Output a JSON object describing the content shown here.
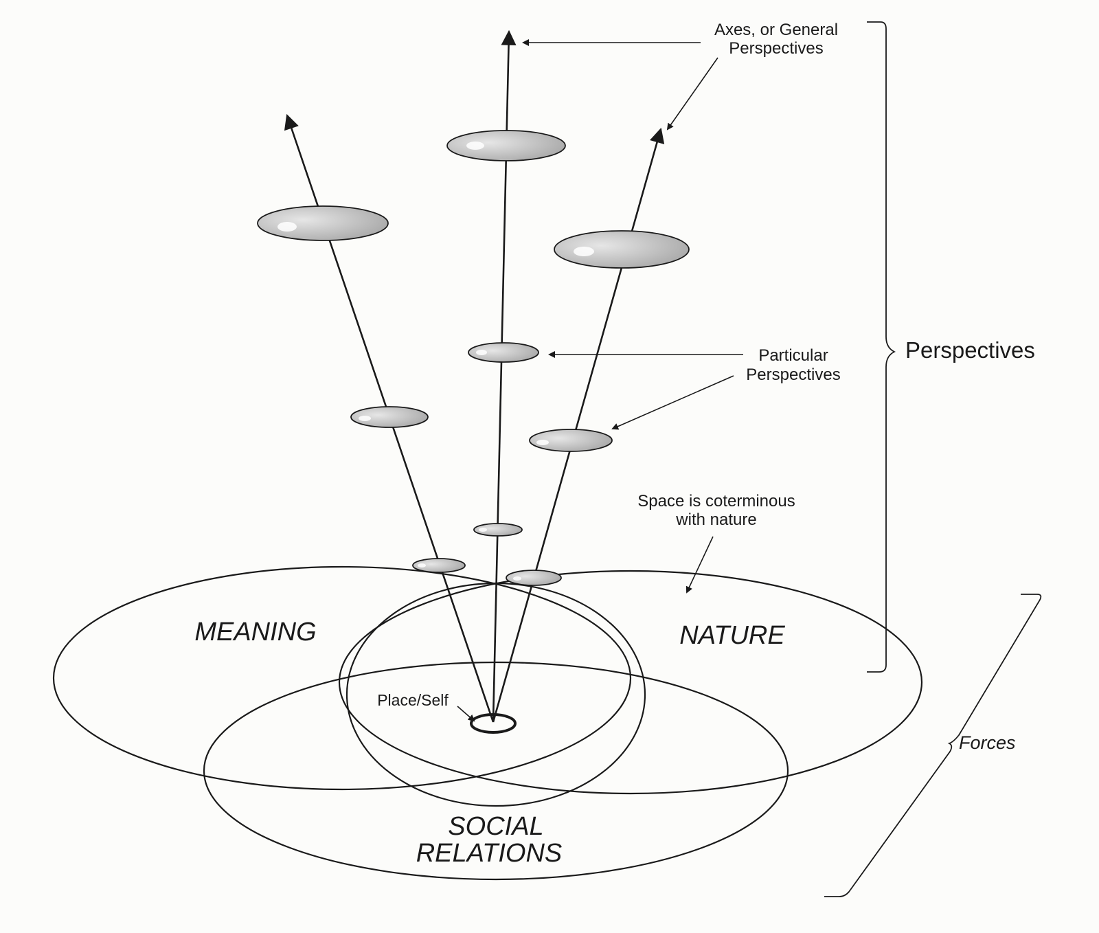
{
  "labels": {
    "axes_line1": "Axes, or General",
    "axes_line2": "Perspectives",
    "particular_line1": "Particular",
    "particular_line2": "Perspectives",
    "perspectives": "Perspectives",
    "space_line1": "Space is coterminous",
    "space_line2": "with nature",
    "place_self": "Place/Self",
    "forces": "Forces"
  },
  "circles": {
    "meaning": "MEANING",
    "nature": "NATURE",
    "social_line1": "SOCIAL",
    "social_line2": "RELATIONS"
  },
  "colors": {
    "ink": "#1a1a1a",
    "disc_fill": "#b9b9b9",
    "background": "#fcfcfa"
  }
}
